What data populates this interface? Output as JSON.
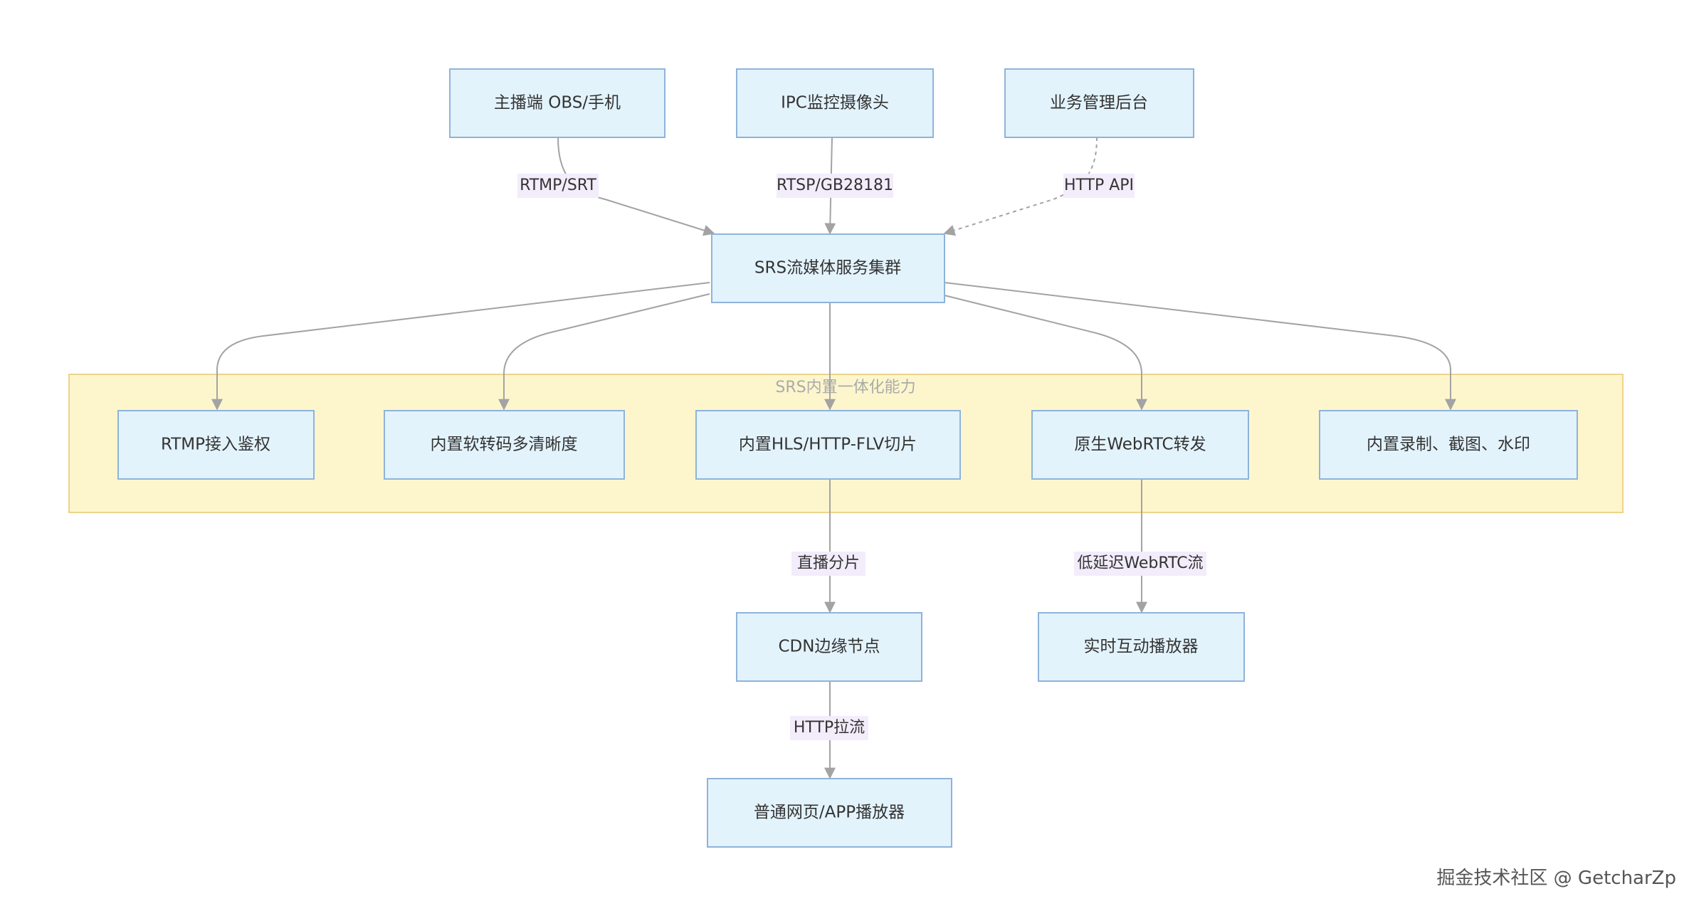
{
  "colors": {
    "node_fill": "#e3f3fc",
    "node_border": "#8fb3da",
    "group_fill": "#fdf6cd",
    "group_border": "#ecd48a",
    "edge": "#a3a3a3",
    "edge_label_bg": "#f3ecfb"
  },
  "group": {
    "title": "SRS内置一体化能力"
  },
  "nodes": {
    "anchor": "主播端 OBS/手机",
    "ipc": "IPC监控摄像头",
    "admin": "业务管理后台",
    "srs": "SRS流媒体服务集群",
    "rtmp_auth": "RTMP接入鉴权",
    "transcode": "内置软转码多清晰度",
    "hls_flv": "内置HLS/HTTP-FLV切片",
    "webrtc": "原生WebRTC转发",
    "record": "内置录制、截图、水印",
    "cdn": "CDN边缘节点",
    "rt_player": "实时互动播放器",
    "web_player": "普通网页/APP播放器"
  },
  "edge_labels": {
    "rtmp_srt": "RTMP/SRT",
    "rtsp_gb": "RTSP/GB28181",
    "http_api": "HTTP API",
    "live_segment": "直播分片",
    "low_latency": "低延迟WebRTC流",
    "http_pull": "HTTP拉流"
  },
  "watermark": "掘金技术社区 @ GetcharZp"
}
